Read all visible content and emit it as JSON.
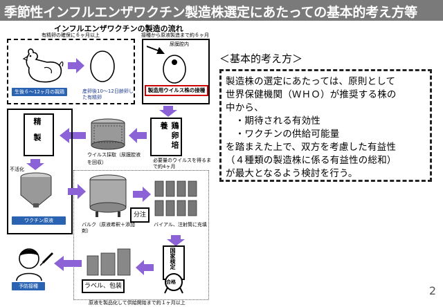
{
  "title": "季節性インフルエンザワクチン製造株選定にあたっての基本的考え方等",
  "flow": {
    "heading": "インフルエンザワクチンの製造の流れ",
    "cap_left_top": "有精卵の確保に６ヶ月以上",
    "cap_right_top": "接種から原液製造まで約６ヶ月",
    "hen_label": "生後６～12ヶ月の親鶏",
    "egg_label": "産卵後10～12日齢卵した有精卵",
    "chorio": "尿膜腔内",
    "seed_virus": "製造用ウイルス株の接種",
    "culture": "鶏卵培養",
    "culture_note": "必要量のウイルスを得るまで約4ヶ月",
    "harvest": "ウイルス採取（尿膜腔液を回収）",
    "purify": "精製",
    "inactivate": "不活化",
    "bulk_vaccine": "ワクチン原液",
    "bulk": "バルク（原液希釈＋添加剤）",
    "dispense": "分注",
    "fill": "バイアル、注射筒に充填",
    "national_test": "国家検定",
    "pass": "合格",
    "label_pack": "ラベル、包装",
    "vaccination": "予防接種",
    "cap_bottom": "原液を製品化して供給開始まで約１ヶ月以上"
  },
  "principle": {
    "heading": "＜基本的考え方＞",
    "lines": [
      "製造株の選定にあたっては、原則として",
      "世界保健機関（ＷＨＯ）が推奨する株の",
      "中から、",
      "　・期待される有効性",
      "　・ワクチンの供給可能量",
      "を踏まえた上で、双方を考慮した有益性",
      "（４種類の製造株に係る有益性の総和）",
      "が最大となるよう検討を行う。"
    ]
  },
  "page_number": "2",
  "colors": {
    "title_bg": "#7a7a7a",
    "arrow": "#8b63d6",
    "label_blue": "#2b63b3",
    "red": "#cc0000"
  }
}
